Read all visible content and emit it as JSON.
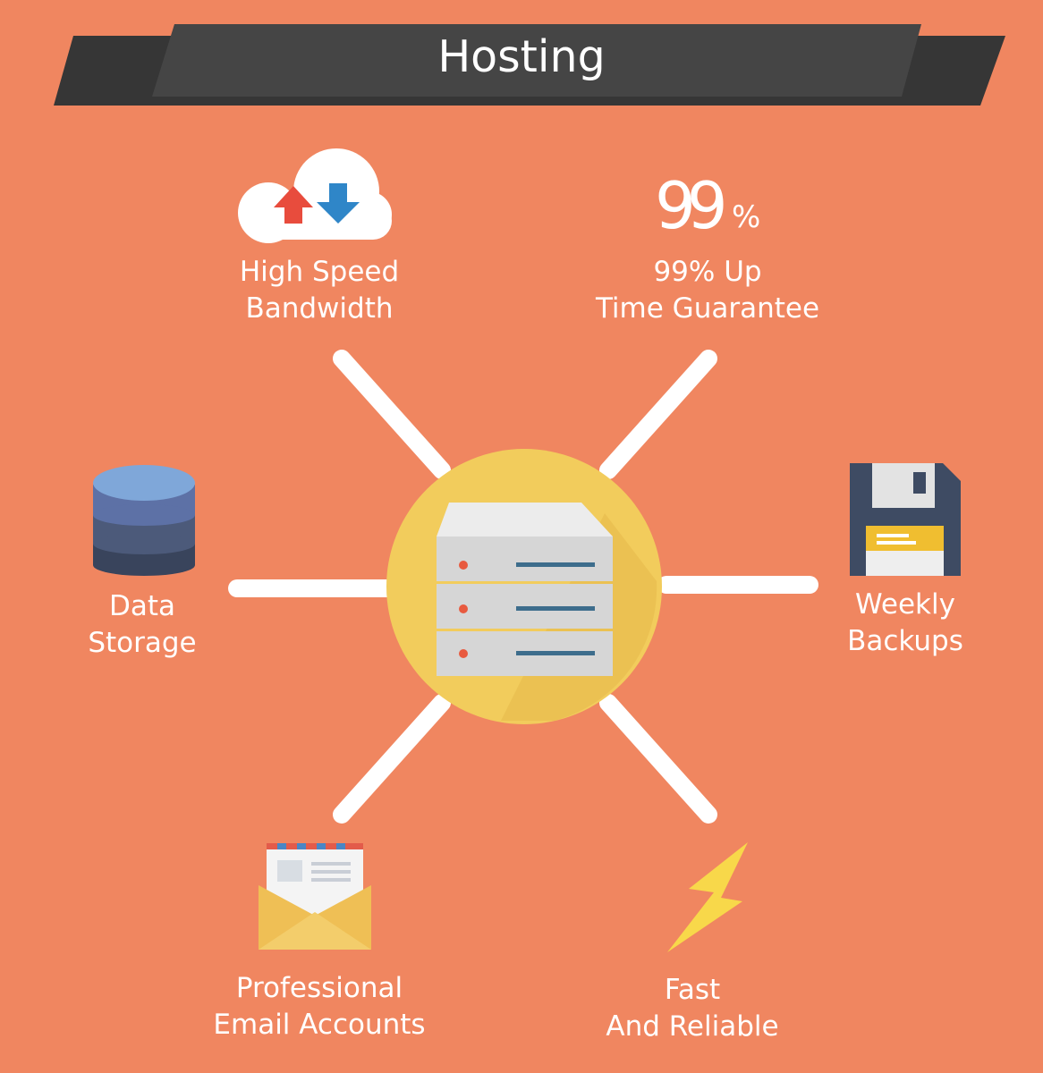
{
  "banner": {
    "title": "Hosting"
  },
  "features": {
    "bandwidth": {
      "line1": "High Speed",
      "line2": "Bandwidth"
    },
    "uptime": {
      "line1": "99% Up",
      "line2": "Time Guarantee",
      "icon_number": "99",
      "icon_suffix": "%"
    },
    "storage": {
      "line1": "Data",
      "line2": "Storage"
    },
    "backups": {
      "line1": "Weekly",
      "line2": "Backups"
    },
    "email": {
      "line1": "Professional",
      "line2": "Email Accounts"
    },
    "fast": {
      "line1": "Fast",
      "line2": "And Reliable"
    }
  },
  "colors": {
    "background": "#f08660",
    "banner": "#404040",
    "hub_circle": "#f2cc5c",
    "spoke": "#ffffff",
    "arrow_up": "#e84c3d",
    "arrow_down": "#2f86c8",
    "bolt": "#f8d84a"
  },
  "icons": {
    "center": "server-rack-icon",
    "bandwidth": "cloud-transfer-icon",
    "uptime": "ninety-nine-percent-icon",
    "storage": "database-icon",
    "backups": "floppy-disk-icon",
    "email": "envelope-letter-icon",
    "fast": "lightning-bolt-icon"
  }
}
